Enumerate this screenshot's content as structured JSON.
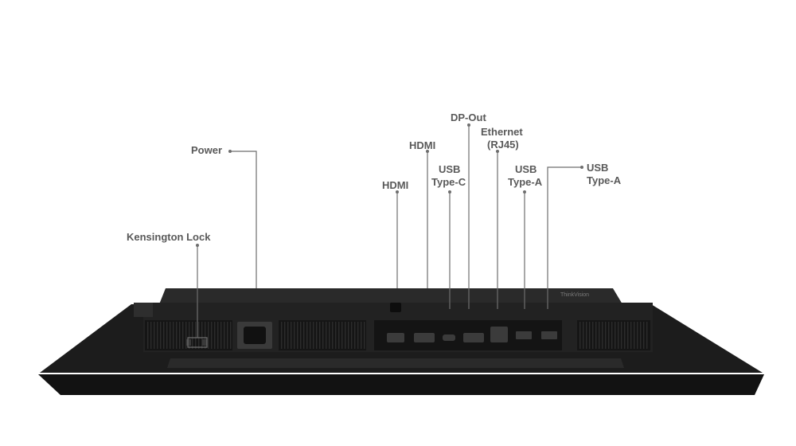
{
  "callouts": {
    "power": "Power",
    "kensington_lock": "Kensington Lock",
    "hdmi_1": "HDMI",
    "hdmi_2": "HDMI",
    "usb_c_line1": "USB",
    "usb_c_line2": "Type-C",
    "dp_out": "DP-Out",
    "ethernet_line1": "Ethernet",
    "ethernet_line2": "(RJ45)",
    "usb_a1_line1": "USB",
    "usb_a1_line2": "Type-A",
    "usb_a2_line1": "USB",
    "usb_a2_line2": "Type-A"
  },
  "device": {
    "brand_mark": "ThinkVision"
  },
  "colors": {
    "label_text": "#595959",
    "leader_line": "#6e6e6e",
    "monitor_body": "#1e1e1e",
    "monitor_shadow": "#0a0a0a"
  }
}
